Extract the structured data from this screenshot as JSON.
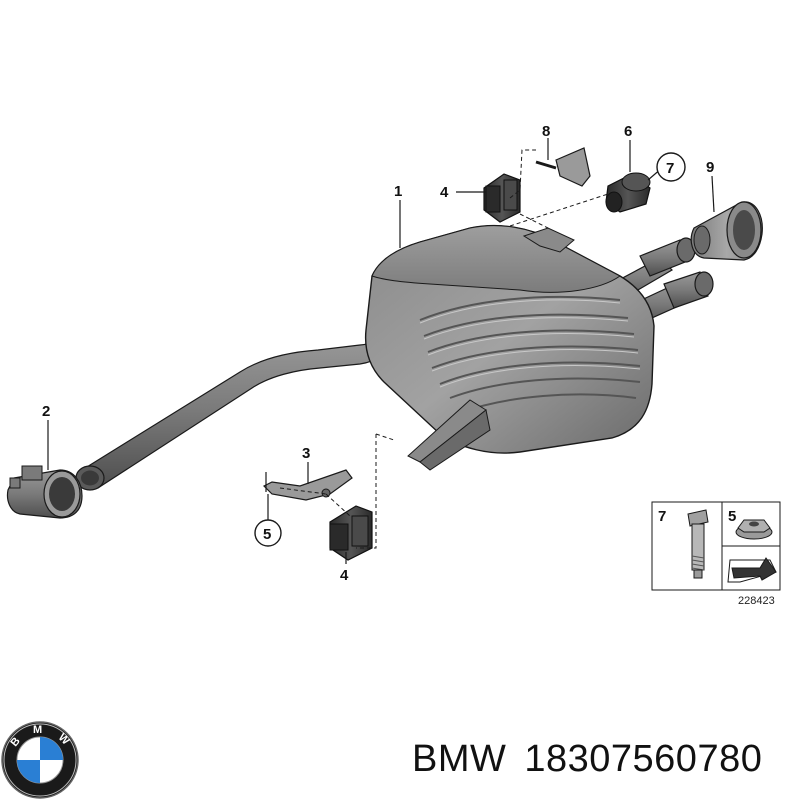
{
  "callouts": {
    "c1": "1",
    "c2": "2",
    "c3": "3",
    "c4a": "4",
    "c4b": "4",
    "c5": "5",
    "c6": "6",
    "c7": "7",
    "c8": "8",
    "c9": "9"
  },
  "legend": {
    "item7": "7",
    "item5": "5",
    "ref_number": "228423"
  },
  "logo": {
    "text": "BMW",
    "colors": {
      "blue": "#2a7fd4",
      "ring": "#1a1a1a",
      "white": "#ffffff"
    }
  },
  "footer": {
    "brand": "BMW",
    "part_number": "18307560780"
  },
  "colors": {
    "metal_dark": "#6e6e6e",
    "metal_mid": "#8c8c8c",
    "metal_light": "#b4b4b4",
    "rubber": "#3a3a3a",
    "line": "#1a1a1a"
  }
}
